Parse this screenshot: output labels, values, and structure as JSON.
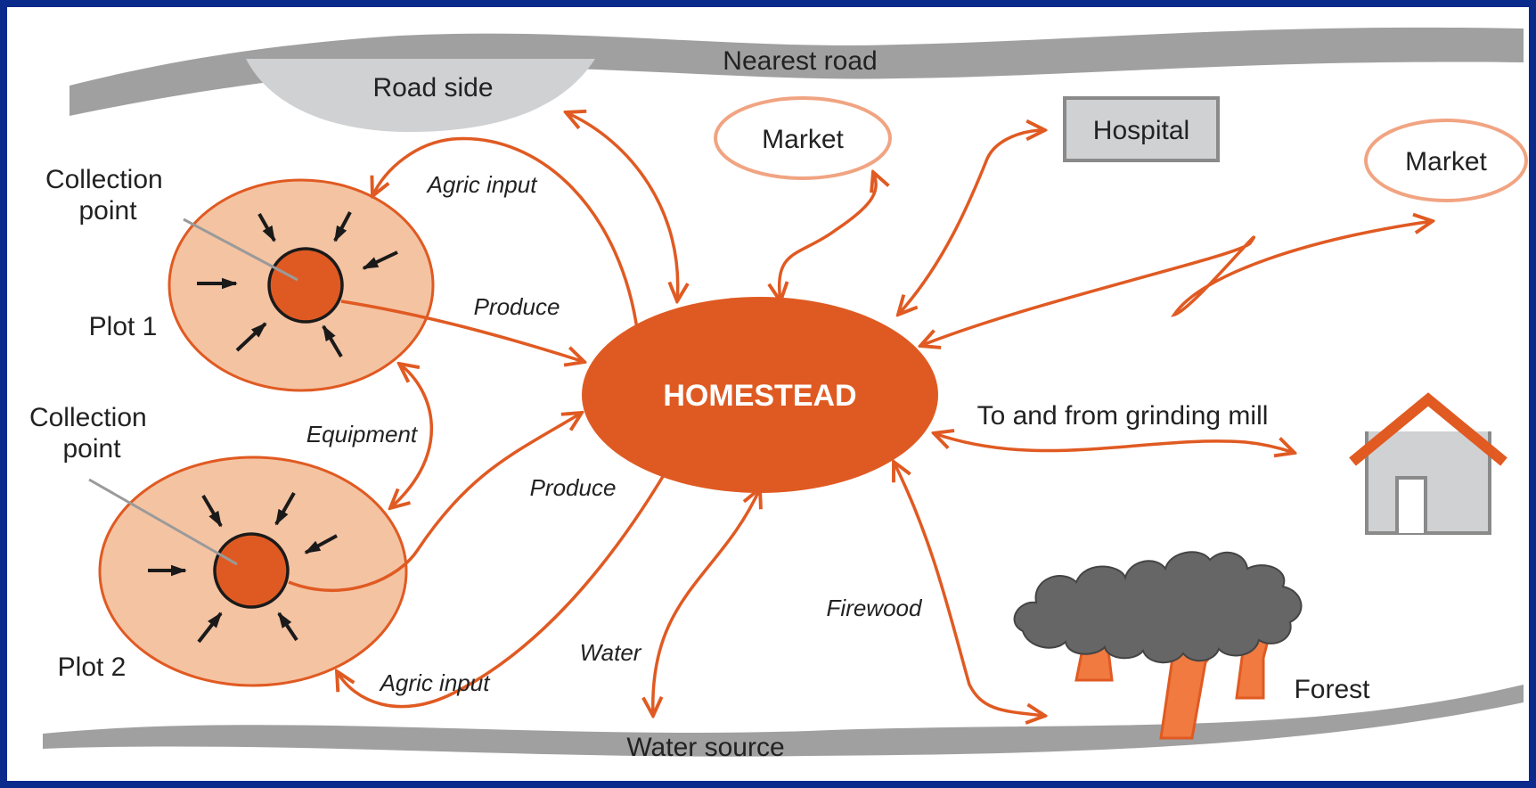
{
  "labels": {
    "nearest_road": "Nearest road",
    "road_side": "Road side",
    "market_1": "Market",
    "hospital": "Hospital",
    "market_2": "Market",
    "collection_point_1": "Collection\npoint",
    "collection_point_2": "Collection\npoint",
    "plot_1": "Plot 1",
    "plot_2": "Plot 2",
    "homestead": "HOMESTEAD",
    "grinding_mill": "To and from grinding mill",
    "forest": "Forest",
    "water_source": "Water source"
  },
  "flows": {
    "agric_input_1": "Agric input",
    "produce_1": "Produce",
    "equipment": "Equipment",
    "produce_2": "Produce",
    "agric_input_2": "Agric input",
    "water": "Water",
    "firewood": "Firewood"
  },
  "colors": {
    "flow_orange": "#e05a22",
    "plot_fill": "#f4c3a2",
    "homestead_fill": "#df5a22",
    "road_grey": "#a0a0a0",
    "roadside_grey": "#d0d1d3",
    "tree_canopy": "#666666",
    "border_blue": "#0a2a8c"
  }
}
